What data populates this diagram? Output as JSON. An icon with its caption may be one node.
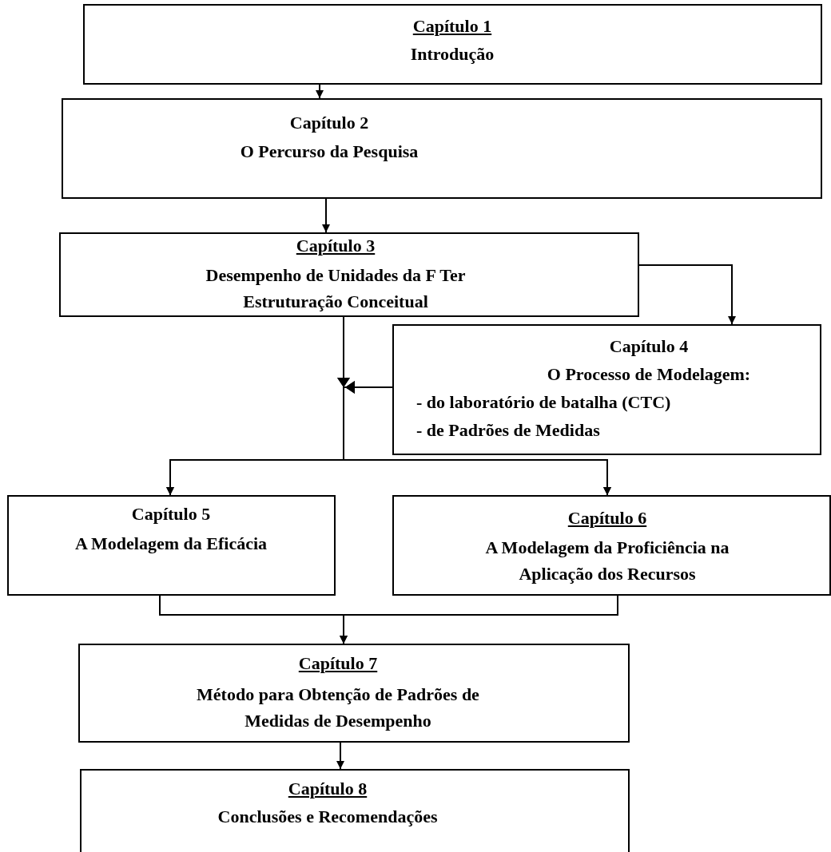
{
  "diagram": {
    "nodes": [
      {
        "text": [
          "Capítulo 1",
          "Introdução"
        ]
      },
      {
        "text": [
          "Capítulo 2",
          "O Percurso da Pesquisa"
        ]
      },
      {
        "text": [
          "Capítulo 3",
          "Desempenho de Unidades da F Ter Estruturação Conceitual"
        ]
      },
      {
        "text": [
          "Capítulo 4",
          "O Processo de Modelagem:",
          "- do laboratório de batalha (CTC)",
          "- de Padrões de Medidas"
        ]
      },
      {
        "text": [
          "Capítulo 5",
          "A Modelagem da Eficácia"
        ]
      },
      {
        "text": [
          "Capítulo 6",
          "A Modelagem da Proficiência na Aplicação dos Recursos"
        ]
      },
      {
        "text": [
          "Capítulo 7",
          "Método para Obtenção de Padrões de Medidas de Desempenho"
        ]
      },
      {
        "text": [
          "Capítulo 8",
          "Conclusões e Recomendações"
        ]
      }
    ],
    "edges": [
      {
        "from": 0,
        "to": 1,
        "arrow": "to"
      },
      {
        "from": 1,
        "to": 2,
        "arrow": "to"
      },
      {
        "from": 2,
        "to": 3,
        "arrow": "to"
      },
      {
        "from": 2,
        "to": 4,
        "arrow": "to"
      },
      {
        "from": 2,
        "to": 5,
        "arrow": "to"
      },
      {
        "from": 3,
        "to": 4,
        "arrow": "to"
      },
      {
        "from": 3,
        "to": 5,
        "arrow": "to"
      },
      {
        "from": 4,
        "to": 6,
        "arrow": "to"
      },
      {
        "from": 5,
        "to": 6,
        "arrow": "to"
      },
      {
        "from": 6,
        "to": 7,
        "arrow": "to"
      }
    ]
  }
}
